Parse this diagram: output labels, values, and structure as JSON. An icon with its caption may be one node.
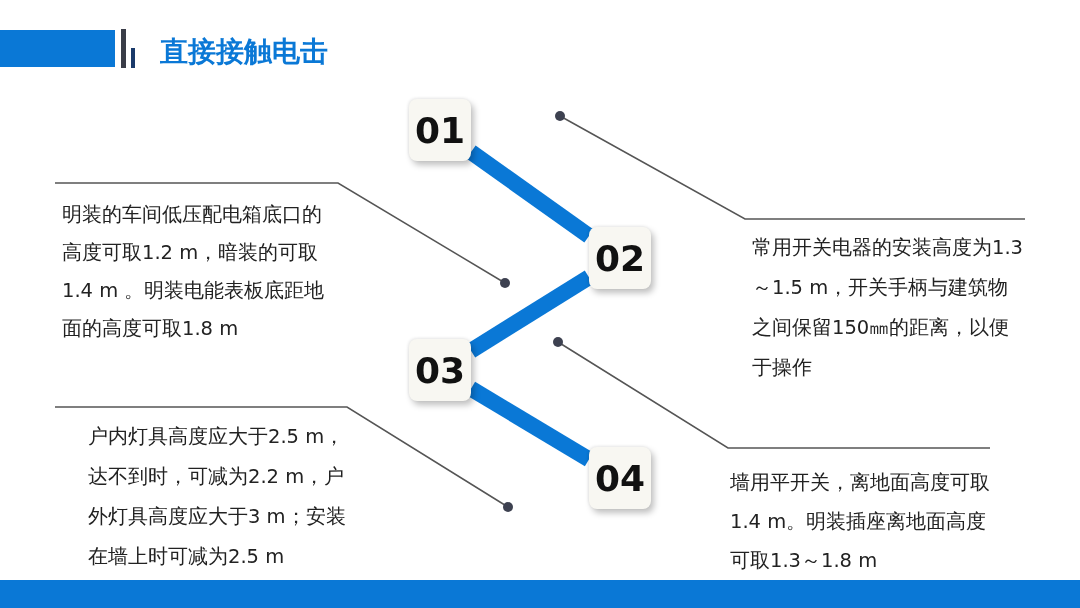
{
  "diagram": {
    "title": "直接接触电击",
    "nodes": [
      {
        "text": [
          "01"
        ]
      },
      {
        "text": [
          "02"
        ]
      },
      {
        "text": [
          "03"
        ]
      },
      {
        "text": [
          "04"
        ]
      },
      {
        "text": [
          "明装的车间低压配电箱底口的高度可取1.2 m，暗装的可取1.4 m 。明装电能表板底距地面的高度可取1.8 m"
        ]
      },
      {
        "text": [
          "常用开关电器的安装高度为1.3～1.5 m，开关手柄与建筑物之间保留150㎜的距离，以便于操作"
        ]
      },
      {
        "text": [
          "户内灯具高度应大于2.5 m，达不到时，可减为2.2 m，户外灯具高度应大于3 m；安装在墙上时可减为2.5 m"
        ]
      },
      {
        "text": [
          "墙用平开关，离地面高度可取1.4 m。明装插座离地面高度可取1.3～1.8 m"
        ]
      }
    ],
    "edges": [
      {
        "from": 0,
        "to": 1,
        "arrow": "none",
        "style": "thick",
        "color": "#0a78d6"
      },
      {
        "from": 1,
        "to": 2,
        "arrow": "none",
        "style": "thick",
        "color": "#0a78d6"
      },
      {
        "from": 2,
        "to": 3,
        "arrow": "none",
        "style": "thick",
        "color": "#0a78d6"
      },
      {
        "from": 4,
        "to": null,
        "arrow": "other"
      },
      {
        "from": 5,
        "to": null,
        "arrow": "other"
      },
      {
        "from": 6,
        "to": null,
        "arrow": "other"
      },
      {
        "from": 7,
        "to": null,
        "arrow": "other"
      }
    ]
  }
}
